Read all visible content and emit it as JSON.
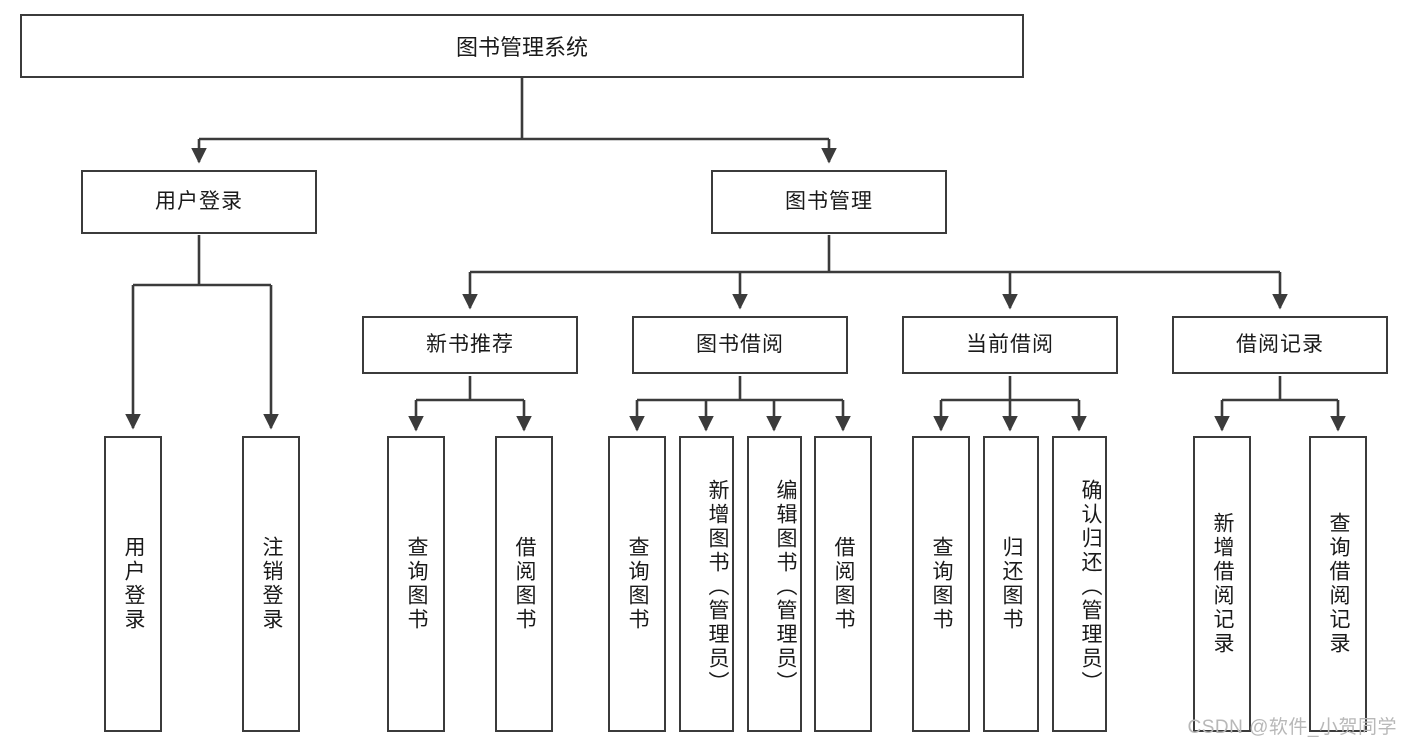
{
  "diagram": {
    "title": "图书管理系统",
    "type": "tree-hierarchy-diagram",
    "root": {
      "label": "图书管理系统"
    },
    "level2": [
      {
        "label": "用户登录"
      },
      {
        "label": "图书管理"
      }
    ],
    "level3": [
      {
        "label": "新书推荐"
      },
      {
        "label": "图书借阅"
      },
      {
        "label": "当前借阅"
      },
      {
        "label": "借阅记录"
      }
    ],
    "leaves": {
      "user_login": [
        {
          "label": "用户登录"
        },
        {
          "label": "注销登录"
        }
      ],
      "new_book_recommend": [
        {
          "label": "查询图书"
        },
        {
          "label": "借阅图书"
        }
      ],
      "book_borrow": [
        {
          "label": "查询图书"
        },
        {
          "label": "新增图书（管理员）"
        },
        {
          "label": "编辑图书（管理员）"
        },
        {
          "label": "借阅图书"
        }
      ],
      "current_borrow": [
        {
          "label": "查询图书"
        },
        {
          "label": "归还图书"
        },
        {
          "label": "确认归还（管理员）"
        }
      ],
      "borrow_record": [
        {
          "label": "新增借阅记录"
        },
        {
          "label": "查询借阅记录"
        }
      ]
    }
  },
  "watermark": {
    "text": "CSDN @软件_小贺同学"
  },
  "colors": {
    "stroke": "#3b3b3b",
    "fill": "#ffffff",
    "text": "#1a1a1a",
    "watermark": "#b8b8b8"
  }
}
